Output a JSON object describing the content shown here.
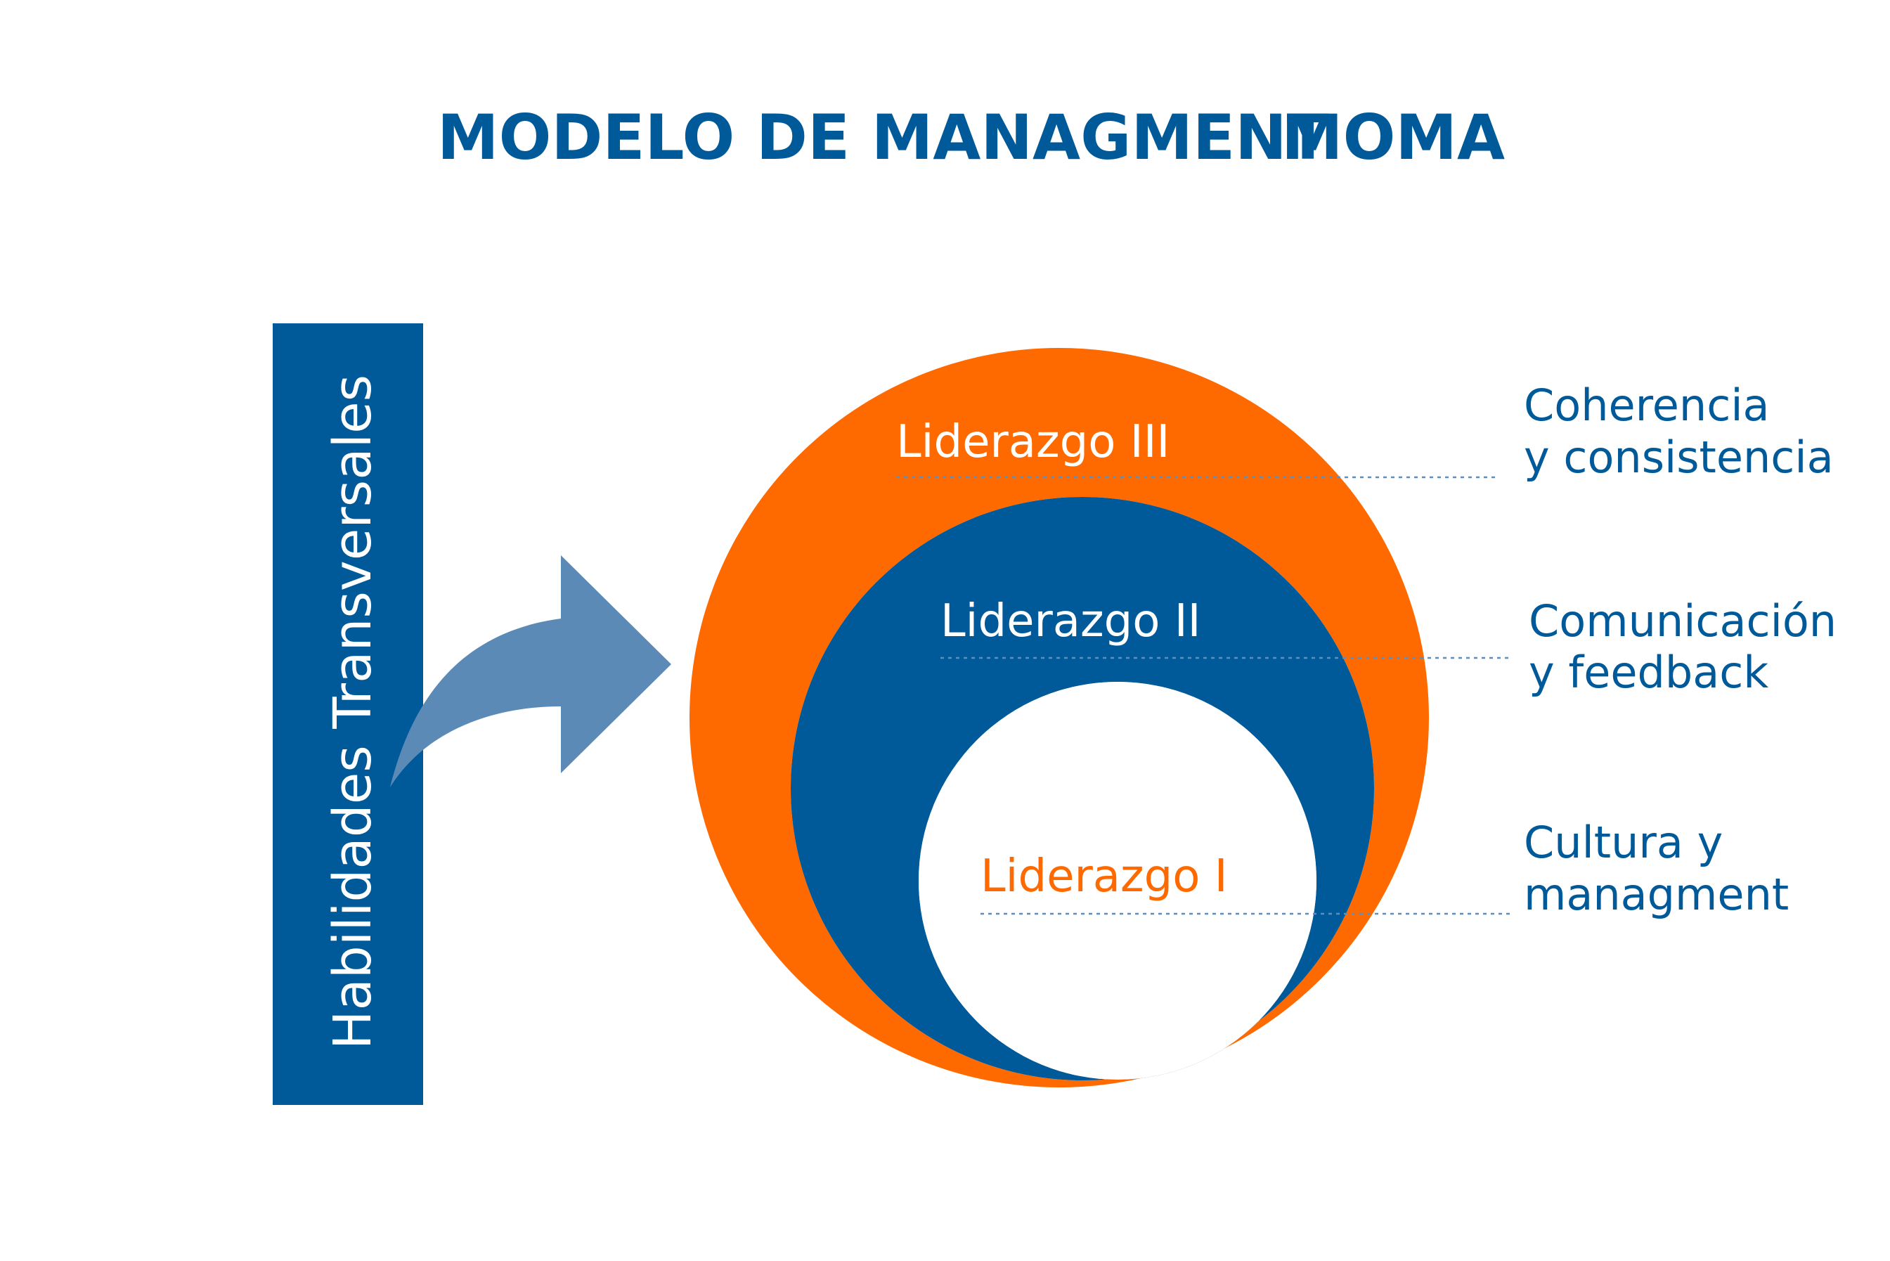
{
  "title": {
    "main": "MODELO DE MANAGMENT",
    "acronym": "MOMA"
  },
  "side_bar": {
    "label": "Habilidades Transversales"
  },
  "levels": [
    {
      "label": "Liderazgo III",
      "description_line1": "Coherencia",
      "description_line2": "y consistencia"
    },
    {
      "label": "Liderazgo II",
      "description_line1": "Comunicación",
      "description_line2": "y feedback"
    },
    {
      "label": "Liderazgo I",
      "description_line1": "Cultura y",
      "description_line2": "managment"
    }
  ],
  "colors": {
    "brand_blue": "#005a9a",
    "orange": "#ff6a00",
    "arrow_blue": "#5b8ab6",
    "leader_line": "#5b8fbe",
    "white": "#ffffff"
  },
  "icons": {
    "arrow": "curved-arrow-icon"
  }
}
